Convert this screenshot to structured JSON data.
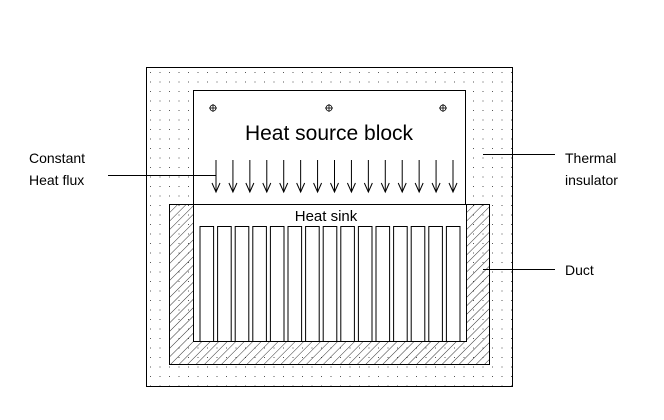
{
  "labels": {
    "heat_source": "Heat source block",
    "heat_sink": "Heat sink",
    "constant_line1": "Constant",
    "constant_line2": "Heat flux",
    "thermal_line1": "Thermal",
    "thermal_line2": "insulator",
    "duct": "Duct"
  },
  "counts": {
    "fins": 15,
    "arrows": 15,
    "crosshairs": 3
  },
  "colors": {
    "line": "#000000",
    "dots": "#555555",
    "background": "#ffffff"
  }
}
